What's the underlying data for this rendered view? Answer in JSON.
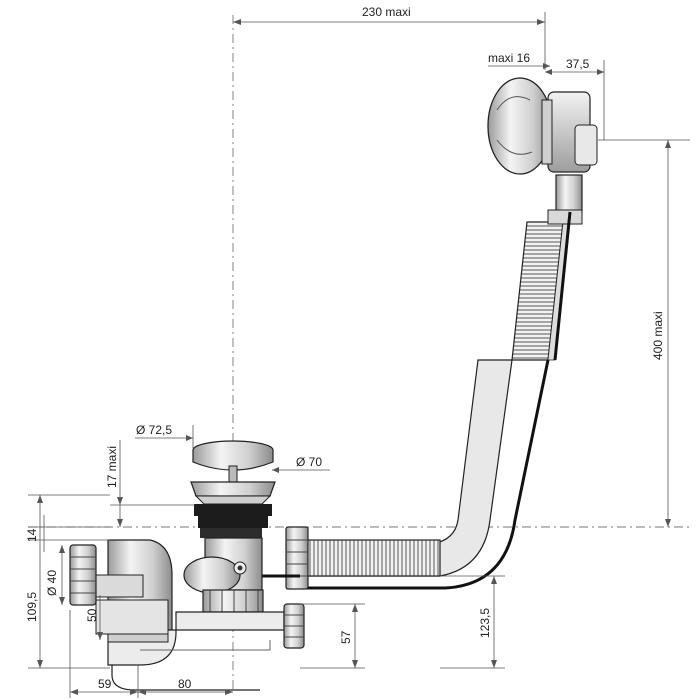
{
  "dimensions": {
    "top_width": "230 maxi",
    "overflow_offset": "maxi 16",
    "overflow_depth": "37,5",
    "overflow_height": "400 maxi",
    "plug_diameter": "Ø 72,5",
    "waste_diameter": "Ø 70",
    "flange_height": "17 maxi",
    "tube_offset": "14",
    "outlet_height": "109,5",
    "outlet_diameter": "Ø 40",
    "trap_depth": "50",
    "trap_height": "57",
    "hose_height": "123,5",
    "outlet_width": "59",
    "trap_width": "80"
  },
  "colors": {
    "part_fill": "#e6e6e6",
    "dark_part": "#222222",
    "line": "#555555"
  }
}
